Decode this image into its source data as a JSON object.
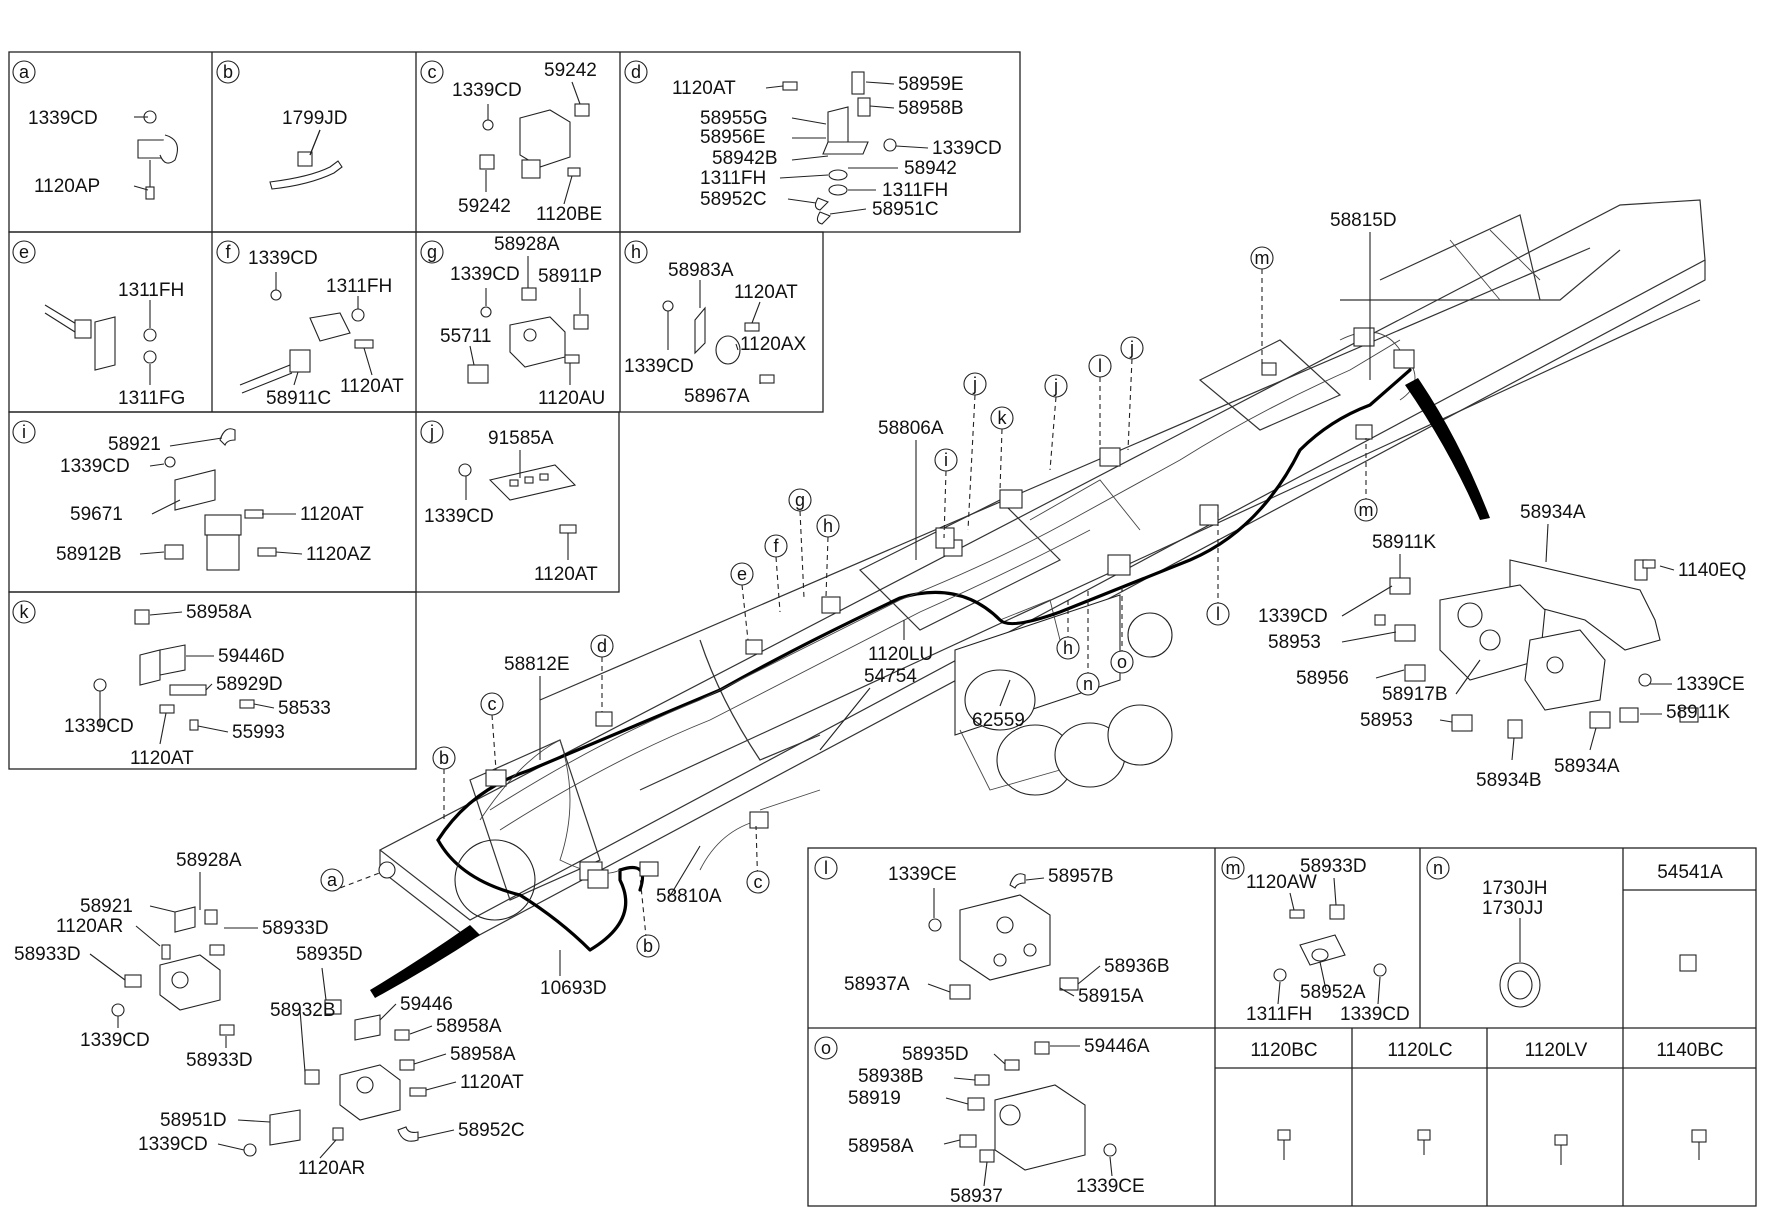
{
  "panels": [
    {
      "letter": "a",
      "labels": [
        "1339CD",
        "1120AP"
      ]
    },
    {
      "letter": "b",
      "labels": [
        "1799JD"
      ]
    },
    {
      "letter": "c",
      "labels": [
        "1339CD",
        "59242",
        "59242",
        "1120BE"
      ]
    },
    {
      "letter": "d",
      "labels": [
        "1120AT",
        "58959E",
        "58958B",
        "58955G",
        "58956E",
        "1339CD",
        "58942B",
        "58942",
        "1311FH",
        "1311FH",
        "58952C",
        "58951C"
      ]
    },
    {
      "letter": "e",
      "labels": [
        "1311FH",
        "1311FG"
      ]
    },
    {
      "letter": "f",
      "labels": [
        "1339CD",
        "1311FH",
        "58911C",
        "1120AT"
      ]
    },
    {
      "letter": "g",
      "labels": [
        "58928A",
        "1339CD",
        "58911P",
        "55711",
        "1120AU"
      ]
    },
    {
      "letter": "h",
      "labels": [
        "58983A",
        "1120AT",
        "1120AX",
        "1339CD",
        "58967A"
      ]
    },
    {
      "letter": "i",
      "labels": [
        "58921",
        "1339CD",
        "59671",
        "1120AT",
        "58912B",
        "1120AZ"
      ]
    },
    {
      "letter": "j",
      "labels": [
        "91585A",
        "1339CD",
        "1120AT"
      ]
    },
    {
      "letter": "k",
      "labels": [
        "58958A",
        "59446D",
        "58929D",
        "58533",
        "1339CD",
        "55993",
        "1120AT"
      ]
    },
    {
      "letter": "l",
      "labels": [
        "1339CE",
        "58957B",
        "58936B",
        "58937A",
        "58915A"
      ]
    },
    {
      "letter": "m",
      "labels": [
        "58933D",
        "1120AW",
        "58952A",
        "1311FH",
        "1339CD"
      ]
    },
    {
      "letter": "n",
      "labels": [
        "1730JH",
        "1730JJ"
      ]
    },
    {
      "letter": "o",
      "labels": [
        "58935D",
        "59446A",
        "58938B",
        "58919",
        "58958A",
        "58937",
        "1339CE"
      ]
    }
  ],
  "small_boxes": [
    "54541A",
    "1120BC",
    "1120LC",
    "1120LV",
    "1140BC"
  ],
  "main_labels": [
    "58815D",
    "58806A",
    "58812E",
    "1120LU",
    "54754",
    "62559",
    "58810A",
    "10693D"
  ],
  "callout_letters": [
    "m",
    "j",
    "j",
    "l",
    "j",
    "k",
    "i",
    "g",
    "h",
    "f",
    "e",
    "d",
    "c",
    "b",
    "a",
    "c",
    "b",
    "h",
    "n",
    "o",
    "l",
    "m"
  ],
  "right_assembly": [
    "58934A",
    "58911K",
    "1140EQ",
    "1339CD",
    "58953",
    "58956",
    "58917B",
    "1339CE",
    "58953",
    "58911K",
    "58934B",
    "58934A"
  ],
  "left_assembly": [
    "58928A",
    "58921",
    "1120AR",
    "58933D",
    "58933D",
    "1339CD",
    "58933D",
    "58935D",
    "59446",
    "58932B",
    "58958A",
    "58958A",
    "1120AT",
    "58951D",
    "58952C",
    "1339CD",
    "1120AR"
  ]
}
